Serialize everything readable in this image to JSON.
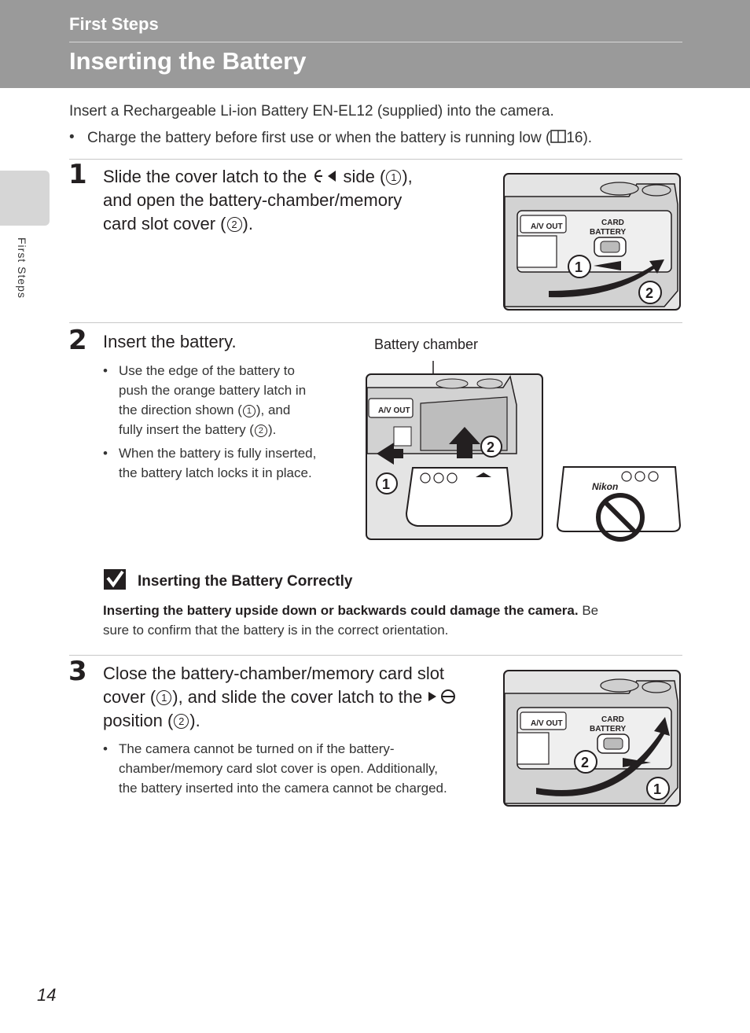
{
  "header": {
    "section": "First Steps",
    "title": "Inserting the Battery"
  },
  "side_tab": {
    "label": "First Steps"
  },
  "intro": {
    "text": "Insert a Rechargeable Li-ion Battery EN-EL12 (supplied) into the camera.",
    "bullet_prefix": "Charge the battery before first use or when the battery is running low (",
    "bullet_ref": "16).",
    "ref_icon": "book-reference-icon"
  },
  "step1": {
    "number": "1",
    "line1_a": "Slide the cover latch to the",
    "line1_b": "side (",
    "line1_c": "),",
    "line2": "and open the battery-chamber/memory",
    "line3_a": "card slot cover (",
    "line3_b": ")."
  },
  "step2": {
    "number": "2",
    "title": "Insert the battery.",
    "bullet1_a": "Use the edge of the battery to",
    "bullet1_b": "push the orange battery latch in",
    "bullet1_c": "the direction shown (",
    "bullet1_d": "), and",
    "bullet1_e": "fully insert the battery (",
    "bullet1_f": ").",
    "bullet2_a": "When the battery is fully inserted,",
    "bullet2_b": "the battery latch locks it in place.",
    "figure_label": "Battery chamber"
  },
  "note": {
    "title": "Inserting the Battery Correctly",
    "bold": "Inserting the battery upside down or backwards could damage the camera.",
    "rest_a": " Be",
    "rest_b": "sure to confirm that the battery is in the correct orientation."
  },
  "step3": {
    "number": "3",
    "line1": "Close the battery-chamber/memory card slot",
    "line2_a": "cover (",
    "line2_b": "), and slide the cover latch to the",
    "line3_a": "position (",
    "line3_b": ").",
    "bullet_a": "The camera cannot be turned on if the battery-",
    "bullet_b": "chamber/memory card slot cover is open. Additionally,",
    "bullet_c": "the battery inserted into the camera cannot be charged."
  },
  "circled": {
    "one": "1",
    "two": "2"
  },
  "illustrations": {
    "av_out": "A/V OUT",
    "card": "CARD",
    "battery": "BATTERY",
    "nikon": "Nikon"
  },
  "page_number": "14"
}
